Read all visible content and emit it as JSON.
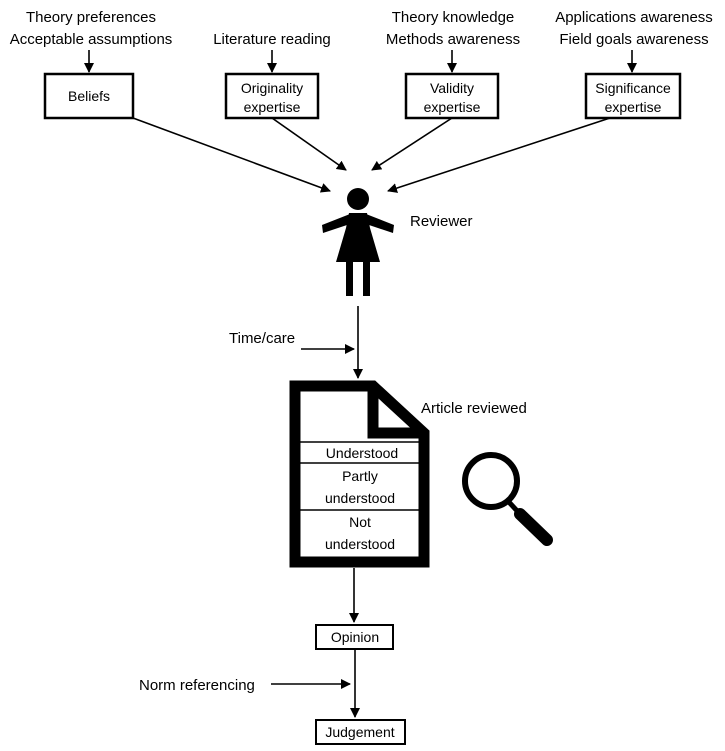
{
  "inputs": {
    "beliefs_1": "Theory preferences",
    "beliefs_2": "Acceptable assumptions",
    "originality_1": "Literature reading",
    "validity_1": "Theory knowledge",
    "validity_2": "Methods awareness",
    "significance_1": "Applications awareness",
    "significance_2": "Field goals awareness"
  },
  "boxes": {
    "beliefs": [
      "Beliefs"
    ],
    "originality": [
      "Originality",
      "expertise"
    ],
    "validity": [
      "Validity",
      "expertise"
    ],
    "significance": [
      "Significance",
      "expertise"
    ]
  },
  "reviewer_label": "Reviewer",
  "time_care_label": "Time/care",
  "article_label": "Article reviewed",
  "article_sections": {
    "understood": [
      "Understood"
    ],
    "partly": [
      "Partly",
      "understood"
    ],
    "not": [
      "Not",
      "understood"
    ]
  },
  "opinion_label": "Opinion",
  "norm_label": "Norm referencing",
  "judgement_label": "Judgement"
}
